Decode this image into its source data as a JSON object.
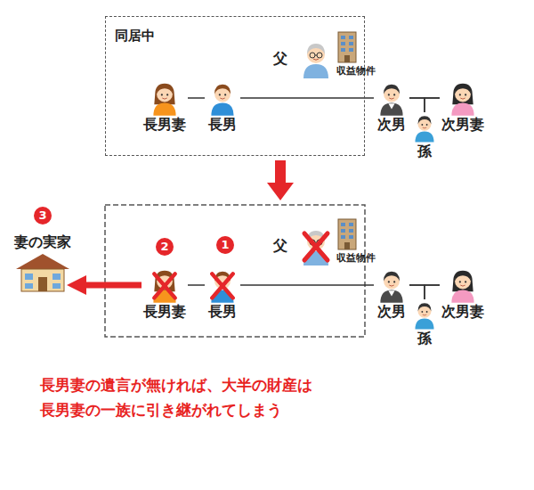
{
  "diagram": {
    "caption": "長男妻の遺言が無ければ、大半の財産は 長男妻の一族に引き継がれてしまう",
    "nodes": [
      {
        "text": [
          "同居中"
        ]
      },
      {
        "text": [
          "長男妻"
        ],
        "in": 0
      },
      {
        "text": [
          "長男"
        ],
        "in": 0
      },
      {
        "text": [
          "父"
        ],
        "in": 0
      },
      {
        "text": [
          "次男"
        ]
      },
      {
        "text": [
          "次男妻"
        ]
      },
      {
        "text": [
          "孫"
        ]
      },
      {
        "text": [
          "長男妻"
        ]
      },
      {
        "text": [
          "長男"
        ]
      },
      {
        "text": [
          "父"
        ]
      },
      {
        "text": [
          "次男"
        ]
      },
      {
        "text": [
          "次男妻"
        ]
      },
      {
        "text": [
          "孫"
        ]
      },
      {
        "text": [
          "妻の実家"
        ]
      }
    ],
    "edges": [
      {
        "from": 1,
        "to": 2,
        "arrow": "none"
      },
      {
        "from": 2,
        "to": 4,
        "arrow": "none"
      },
      {
        "from": 4,
        "to": 5,
        "arrow": "none"
      },
      {
        "from": 4,
        "to": 6,
        "arrow": "none"
      },
      {
        "from": 5,
        "to": 6,
        "arrow": "none"
      },
      {
        "from": 7,
        "to": 8,
        "arrow": "none"
      },
      {
        "from": 8,
        "to": 10,
        "arrow": "none"
      },
      {
        "from": 10,
        "to": 11,
        "arrow": "none"
      },
      {
        "from": 10,
        "to": 12,
        "arrow": "none"
      },
      {
        "from": 11,
        "to": 12,
        "arrow": "none"
      },
      {
        "from": 7,
        "to": 13,
        "arrow": "to"
      }
    ],
    "labels": [
      "収益物件",
      "収益物件",
      "1",
      "2",
      "3"
    ]
  }
}
